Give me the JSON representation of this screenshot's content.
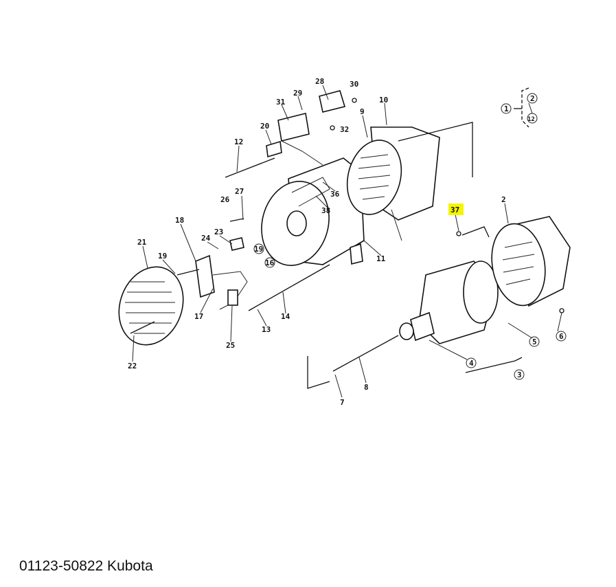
{
  "caption": "01123-50822 Kubota",
  "highlight_color": "#f5f500",
  "labels": {
    "p28": "28",
    "p30": "30",
    "p29": "29",
    "p31": "31",
    "p10": "10",
    "p9": "9",
    "p20": "20",
    "p32": "32",
    "p12": "12",
    "p27": "27",
    "p26": "26",
    "p36": "36",
    "p38": "38",
    "p37": "37",
    "p2": "2",
    "p18": "18",
    "p23": "23",
    "p24": "24",
    "p21": "21",
    "p19": "19",
    "p19c": "19",
    "p16c": "16",
    "p11": "11",
    "p17": "17",
    "p14": "14",
    "p13": "13",
    "p25": "25",
    "p22": "22",
    "p5c": "5",
    "p6c": "6",
    "p4c": "4",
    "p3c": "3",
    "p7": "7",
    "p8": "8",
    "p1c": "1",
    "p2c": "2",
    "p12c": "12"
  }
}
